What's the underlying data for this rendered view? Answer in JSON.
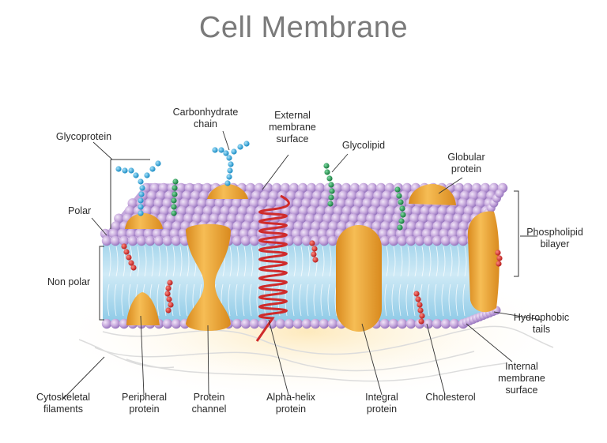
{
  "title": "Cell Membrane",
  "labels": {
    "glycoprotein": "Glycoprotein",
    "carbohydrate_chain": "Carbonhydrate\nchain",
    "external_surface": "External\nmembrane\nsurface",
    "glycolipid": "Glycolipid",
    "globular_protein": "Globular\nprotein",
    "polar": "Polar",
    "non_polar": "Non polar",
    "phospholipid_bilayer": "Phospholipid\nbilayer",
    "hydrophobic_tails": "Hydrophobic\ntails",
    "internal_surface": "Internal\nmembrane\nsurface",
    "cytoskeletal_filaments": "Cytoskeletal\nfilaments",
    "peripheral_protein": "Peripheral\nprotein",
    "protein_channel": "Protein\nchannel",
    "alpha_helix": "Alpha-helix\nprotein",
    "integral_protein": "Integral\nprotein",
    "cholesterol": "Cholesterol"
  },
  "colors": {
    "head_light": "#d9c4ea",
    "head_dark": "#9a78c0",
    "tail_blue": "#9fd3ec",
    "protein": "#f0a832",
    "helix": "#d3322e",
    "glyco_blue": "#29a8e0",
    "glyco_green": "#1f9a4e",
    "cholesterol_red": "#d9342b"
  }
}
